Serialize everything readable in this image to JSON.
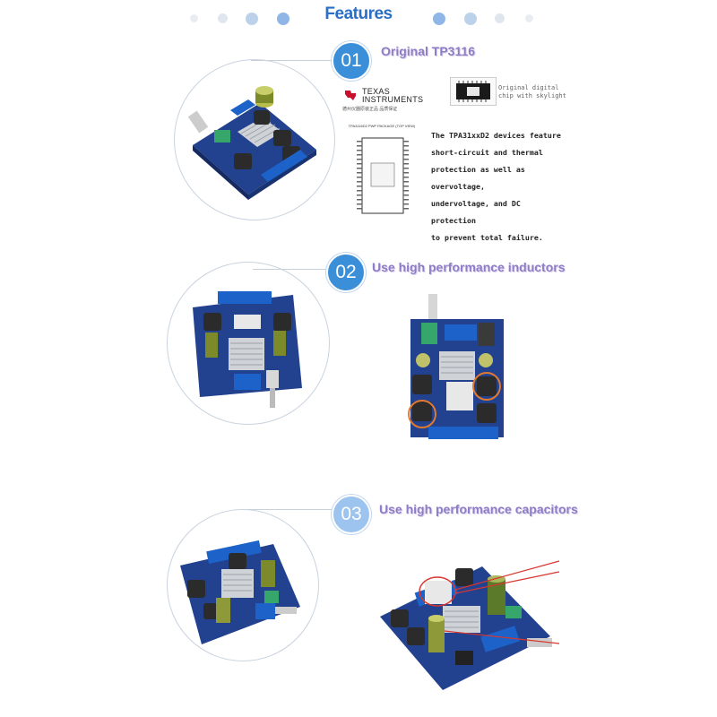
{
  "header": {
    "title": "Features",
    "dots_left": [
      "#e9edf2",
      "#dfe6ee",
      "#bcd2ea",
      "#8fb6e6"
    ],
    "dots_right": [
      "#8fb6e6",
      "#bcd2ea",
      "#dfe6ee",
      "#e9edf2"
    ]
  },
  "sections": [
    {
      "number": "01",
      "title": "Original TP3116",
      "style": "dark"
    },
    {
      "number": "02",
      "title": "Use high performance inductors",
      "style": "dark"
    },
    {
      "number": "03",
      "title": "Use high performance capacitors",
      "style": "light"
    }
  ],
  "ti": {
    "brand_line1": "TEXAS",
    "brand_line2": "INSTRUMENTS",
    "subtitle": "德州仪器原装正品 品质保证",
    "pinout_title": "TPA3116D2 PWP PACKAGE (TOP VIEW)"
  },
  "chip_caption": [
    "Original digital",
    "chip with skylight"
  ],
  "description": [
    "The TPA31xxD2 devices feature",
    "short-circuit and thermal",
    "protection as well as overvoltage,",
    "undervoltage, and DC protection",
    "to prevent total failure."
  ],
  "colors": {
    "accent": "#3a8fd8",
    "section_title": "#8e7dc4",
    "pcb": "#1f3f8f",
    "terminal": "#1c62c8",
    "highlight_ring": "#e07a2e",
    "annotation_line": "#d8362e"
  }
}
